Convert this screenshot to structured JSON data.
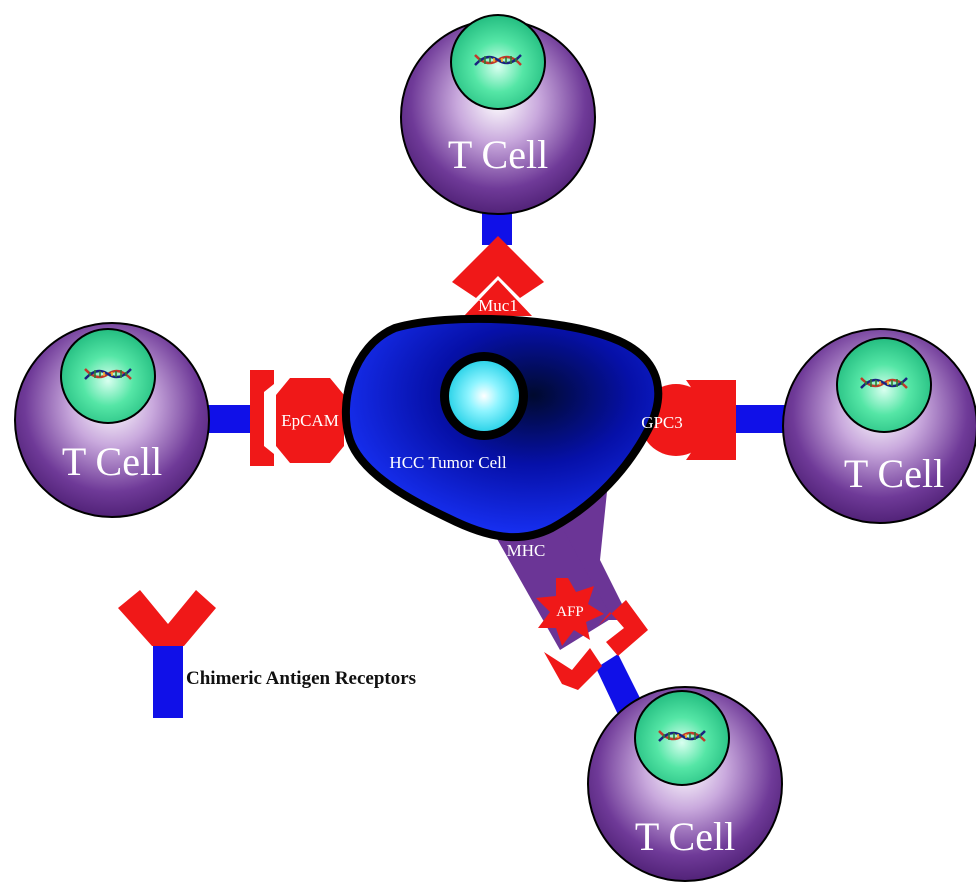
{
  "diagram": {
    "tumor_label": "HCC Tumor Cell",
    "tcell_label": "T Cell",
    "antigens": {
      "muc1": "Muc1",
      "epcam": "EpCAM",
      "gpc3": "GPC3",
      "mhc": "MHC",
      "afp": "AFP"
    },
    "legend_label": "Chimeric Antigen Receptors"
  },
  "colors": {
    "tcell_purple": "#5e2a86",
    "tumor_blue": "#0a1fd6",
    "nucleus_cyan": "#36e0f0",
    "tcell_nucleus_green": "#39d98f",
    "receptor_red": "#f01818",
    "receptor_blue": "#1010e8",
    "mhc_purple": "#6b3596"
  },
  "icons": [
    "dna-icon"
  ]
}
